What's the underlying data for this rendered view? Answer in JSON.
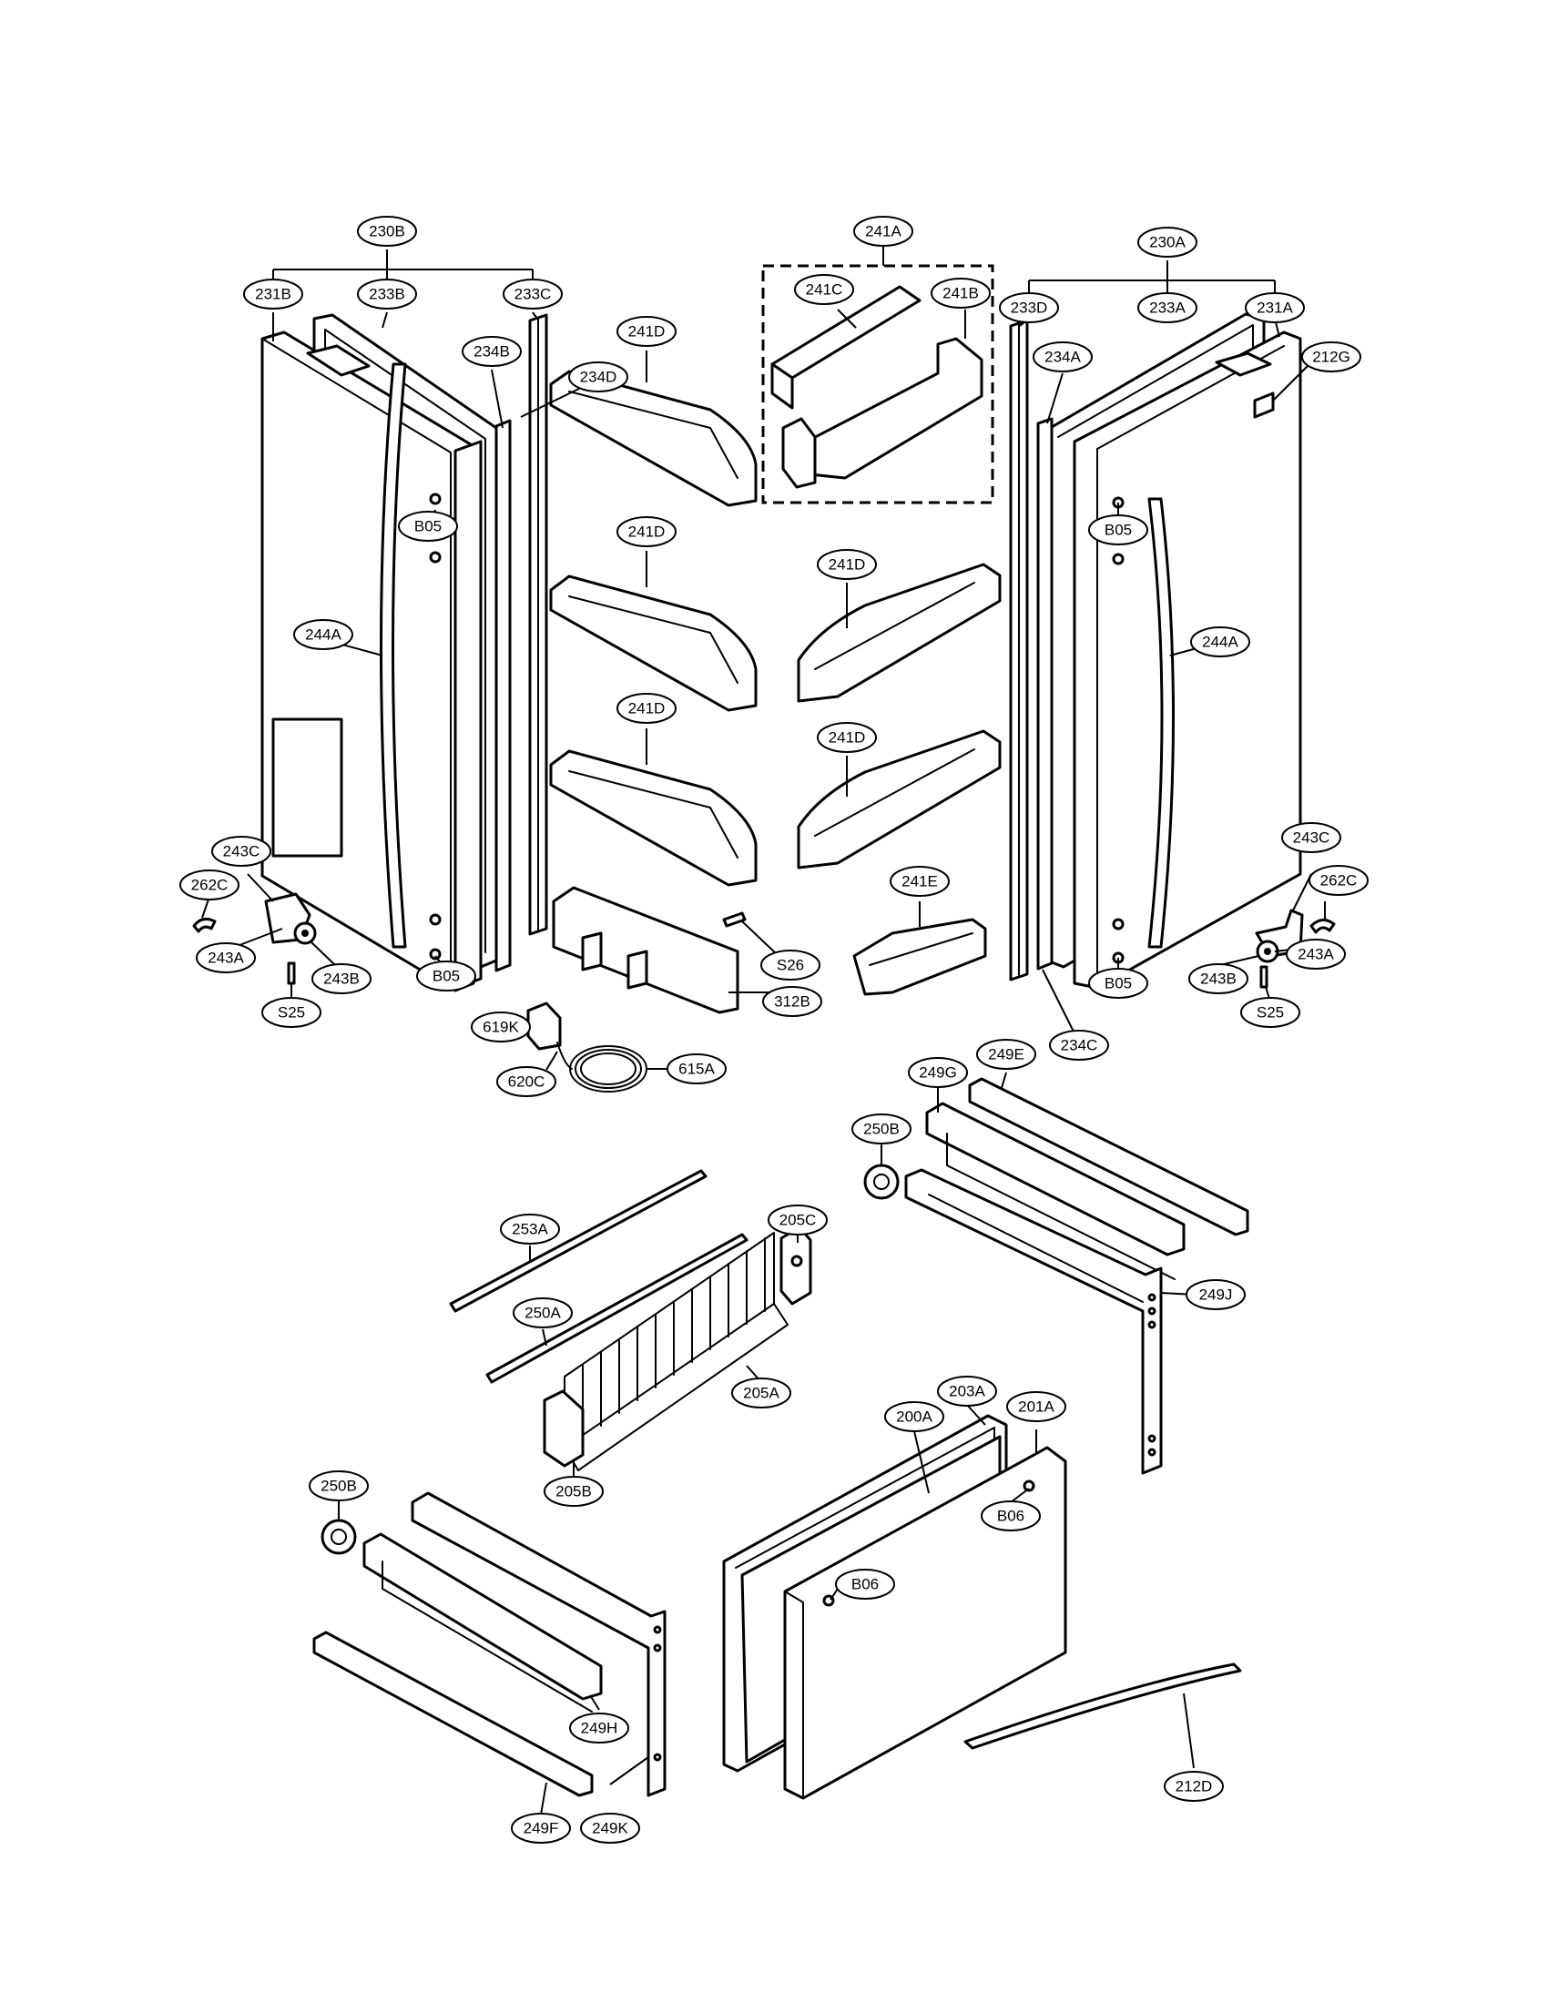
{
  "diagram": {
    "callouts": [
      {
        "id": "230B",
        "label": "230B"
      },
      {
        "id": "231B",
        "label": "231B"
      },
      {
        "id": "233B",
        "label": "233B"
      },
      {
        "id": "233C",
        "label": "233C"
      },
      {
        "id": "234B",
        "label": "234B"
      },
      {
        "id": "234D",
        "label": "234D"
      },
      {
        "id": "B05-a",
        "label": "B05"
      },
      {
        "id": "244A-a",
        "label": "244A"
      },
      {
        "id": "243C-a",
        "label": "243C"
      },
      {
        "id": "262C-a",
        "label": "262C"
      },
      {
        "id": "243A-a",
        "label": "243A"
      },
      {
        "id": "243B-a",
        "label": "243B"
      },
      {
        "id": "S25-a",
        "label": "S25"
      },
      {
        "id": "B05-b",
        "label": "B05"
      },
      {
        "id": "241A",
        "label": "241A"
      },
      {
        "id": "241C",
        "label": "241C"
      },
      {
        "id": "241B",
        "label": "241B"
      },
      {
        "id": "241D-a",
        "label": "241D"
      },
      {
        "id": "241D-b",
        "label": "241D"
      },
      {
        "id": "241D-c",
        "label": "241D"
      },
      {
        "id": "241D-d",
        "label": "241D"
      },
      {
        "id": "241D-e",
        "label": "241D"
      },
      {
        "id": "241E",
        "label": "241E"
      },
      {
        "id": "S26",
        "label": "S26"
      },
      {
        "id": "312B",
        "label": "312B"
      },
      {
        "id": "619K",
        "label": "619K"
      },
      {
        "id": "620C",
        "label": "620C"
      },
      {
        "id": "615A",
        "label": "615A"
      },
      {
        "id": "230A",
        "label": "230A"
      },
      {
        "id": "233D",
        "label": "233D"
      },
      {
        "id": "233A",
        "label": "233A"
      },
      {
        "id": "231A",
        "label": "231A"
      },
      {
        "id": "234A",
        "label": "234A"
      },
      {
        "id": "212G",
        "label": "212G"
      },
      {
        "id": "B05-c",
        "label": "B05"
      },
      {
        "id": "244A-b",
        "label": "244A"
      },
      {
        "id": "243C-b",
        "label": "243C"
      },
      {
        "id": "262C-b",
        "label": "262C"
      },
      {
        "id": "243A-b",
        "label": "243A"
      },
      {
        "id": "243B-b",
        "label": "243B"
      },
      {
        "id": "S25-b",
        "label": "S25"
      },
      {
        "id": "B05-d",
        "label": "B05"
      },
      {
        "id": "234C",
        "label": "234C"
      },
      {
        "id": "249E",
        "label": "249E"
      },
      {
        "id": "249G",
        "label": "249G"
      },
      {
        "id": "250B-a",
        "label": "250B"
      },
      {
        "id": "249J",
        "label": "249J"
      },
      {
        "id": "253A",
        "label": "253A"
      },
      {
        "id": "250A",
        "label": "250A"
      },
      {
        "id": "205C",
        "label": "205C"
      },
      {
        "id": "205A",
        "label": "205A"
      },
      {
        "id": "205B",
        "label": "205B"
      },
      {
        "id": "200A",
        "label": "200A"
      },
      {
        "id": "203A",
        "label": "203A"
      },
      {
        "id": "201A",
        "label": "201A"
      },
      {
        "id": "B06-a",
        "label": "B06"
      },
      {
        "id": "B06-b",
        "label": "B06"
      },
      {
        "id": "250B-b",
        "label": "250B"
      },
      {
        "id": "249H",
        "label": "249H"
      },
      {
        "id": "249F",
        "label": "249F"
      },
      {
        "id": "249K",
        "label": "249K"
      },
      {
        "id": "212D",
        "label": "212D"
      }
    ]
  }
}
